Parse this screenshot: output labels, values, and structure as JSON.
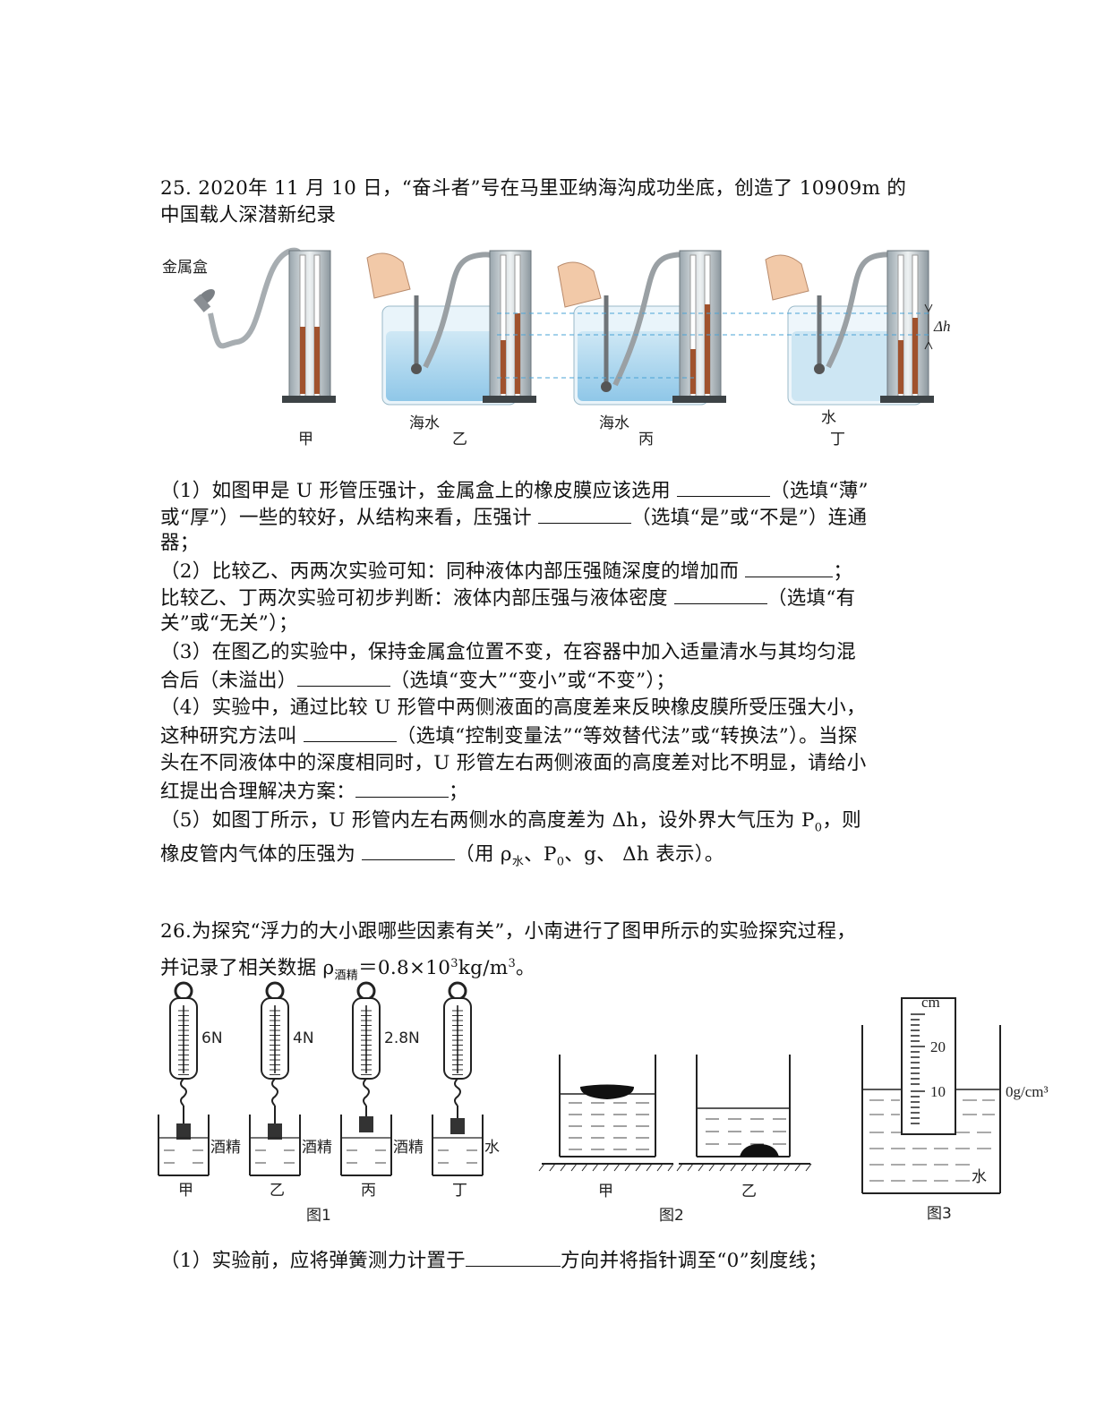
{
  "q25": {
    "title_l1": "25. 2020年 11 月 10 日，“奋斗者”号在马里亚纳海沟成功坐底，创造了 10909m 的",
    "title_l2": "中国载人深潜新纪录",
    "fig_labels": {
      "metal_box": "金属盒",
      "jia": "甲",
      "yi": "乙",
      "bing": "丙",
      "ding": "丁",
      "seawater1": "海水",
      "seawater2": "海水",
      "water": "水",
      "dh": "Δh"
    },
    "l1": "（1）如图甲是 U 形管压强计，金属盒上的橡皮膜应该选用 ",
    "l1b": "（选填“薄”",
    "l2": "或“厚”）一些的较好，从结构来看，压强计 ",
    "l2b": "（选填“是”或“不是”）连通",
    "l3": "器；",
    "l4": "（2）比较乙、丙两次实验可知：同种液体内部压强随深度的增加而 ",
    "l4b": "；",
    "l5": "比较乙、丁两次实验可初步判断：液体内部压强与液体密度 ",
    "l5b": "（选填“有",
    "l6": "关”或“无关”）；",
    "l7": "（3）在图乙的实验中，保持金属盒位置不变，在容器中加入适量清水与其均匀混",
    "l8": "合后（未溢出）",
    "l8b": "（选填“变大”“变小”或“不变”）；",
    "l9": "（4）实验中，通过比较 U 形管中两侧液面的高度差来反映橡皮膜所受压强大小，",
    "l10": "这种研究方法叫 ",
    "l10b": "（选填“控制变量法”“等效替代法”或“转换法”）。当探",
    "l11": "头在不同液体中的深度相同时，U 形管左右两侧液面的高度差对比不明显，请给小",
    "l12": "红提出合理解决方案：",
    "l12b": "；",
    "l13": "（5）如图丁所示，U 形管内左右两侧水的高度差为 Δh，设外界大气压为 P",
    "l13sub": "0",
    "l13b": "，则",
    "l14": "橡皮管内气体的压强为 ",
    "l14b": "（用 ρ",
    "l14sub": "水",
    "l14c": "、P",
    "l14sub2": "0",
    "l14d": "、g、 Δh 表示）。"
  },
  "q26": {
    "l1": "26.为探究“浮力的大小跟哪些因素有关”，小南进行了图甲所示的实验探究过程，",
    "l2": "并记录了相关数据 ρ",
    "l2sub": "酒精",
    "l2b": "＝0.8×10",
    "l2sup": "3",
    "l2c": "kg/m",
    "l2sup2": "3",
    "l2d": "。",
    "fig1": {
      "readings": [
        "6N",
        "4N",
        "2.8N",
        ""
      ],
      "liquids": [
        "酒精",
        "酒精",
        "酒精",
        "水"
      ],
      "labels": [
        "甲",
        "乙",
        "丙",
        "丁"
      ],
      "caption": "图1"
    },
    "fig2": {
      "labels": [
        "甲",
        "乙"
      ],
      "caption": "图2"
    },
    "fig3": {
      "unit": "cm",
      "tick20": "20",
      "tick10": "10",
      "density": "0g/cm³",
      "water": "水",
      "caption": "图3"
    },
    "l3": "（1）实验前，应将弹簧测力计置于",
    "l3b": "方向并将指针调至“0”刻度线；"
  }
}
